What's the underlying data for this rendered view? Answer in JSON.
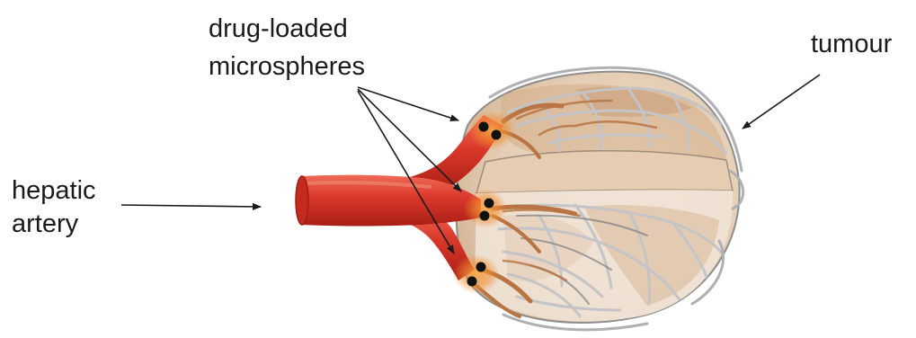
{
  "labels": {
    "microspheres_line1": "drug-loaded",
    "microspheres_line2": "microspheres",
    "tumour": "tumour",
    "artery_line1": "hepatic",
    "artery_line2": "artery"
  },
  "colors": {
    "artery": "#d9372b",
    "artery_dark": "#b52419",
    "artery_highlight": "#ef6a55",
    "tumour_fill": "#ead9c8",
    "tumour_brown": "#c9a27d",
    "tumour_outline": "#8c8c8c",
    "vessel_grey": "#c4c4c6",
    "vessel_brown": "#b87442",
    "microsphere": "#111111",
    "glow": "#f39a3c",
    "text": "#1a1a1a",
    "arrow": "#1a1a1a"
  },
  "icons": {
    "microsphere": "black-dot-with-orange-glow",
    "pointer": "arrow"
  }
}
